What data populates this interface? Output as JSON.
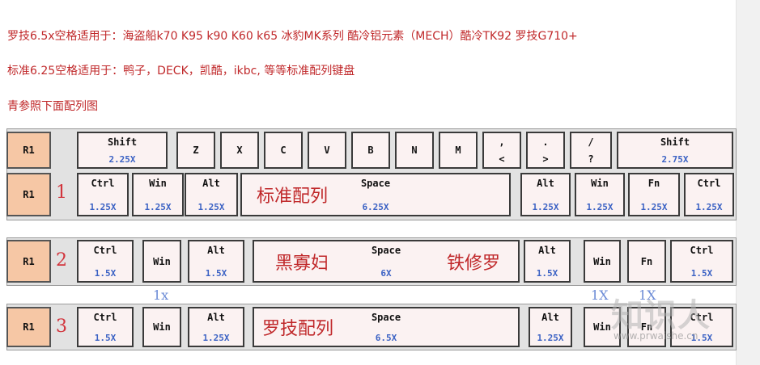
{
  "notes": {
    "line1": "罗技6.5x空格适用于：海盗船k70 K95 k90 K60 k65 冰豹MK系列 酷冷铝元素（MECH）酷冷TK92 罗技G710+",
    "line2": "标准6.25空格适用于：鸭子，DECK，凯酷，ikbc, 等等标准配列键盘",
    "line3": "青参照下面配列图"
  },
  "row_label": "R1",
  "shift_row": {
    "keys": [
      {
        "label": "Shift",
        "size": "2.25X"
      },
      {
        "label": "Z"
      },
      {
        "label": "X"
      },
      {
        "label": "C"
      },
      {
        "label": "V"
      },
      {
        "label": "B"
      },
      {
        "label": "N"
      },
      {
        "label": "M"
      },
      {
        "label": ",",
        "sub": "<"
      },
      {
        "label": ".",
        "sub": ">"
      },
      {
        "label": "/",
        "sub": "?"
      },
      {
        "label": "Shift",
        "size": "2.75X"
      }
    ]
  },
  "layouts": [
    {
      "number": "1",
      "keys": [
        {
          "label": "Ctrl",
          "size": "1.25X"
        },
        {
          "label": "Win",
          "size": "1.25X"
        },
        {
          "label": "Alt",
          "size": "1.25X"
        },
        {
          "label": "Space",
          "size": "6.25X",
          "cn_left": "标准配列",
          "cn_right": ""
        },
        {
          "label": "Alt",
          "size": "1.25X"
        },
        {
          "label": "Win",
          "size": "1.25X"
        },
        {
          "label": "Fn",
          "size": "1.25X"
        },
        {
          "label": "Ctrl",
          "size": "1.25X"
        }
      ]
    },
    {
      "number": "2",
      "keys": [
        {
          "label": "Ctrl",
          "size": "1.5X"
        },
        {
          "label": "Win"
        },
        {
          "label": "Alt",
          "size": "1.5X"
        },
        {
          "label": "Space",
          "size": "6X",
          "cn_left": "黑寡妇",
          "cn_right": "铁修罗"
        },
        {
          "label": "Alt",
          "size": "1.5X"
        },
        {
          "label": "Win"
        },
        {
          "label": "Fn"
        },
        {
          "label": "Ctrl",
          "size": "1.5X"
        }
      ],
      "width_notes": [
        "1x",
        "1X",
        "1X"
      ]
    },
    {
      "number": "3",
      "keys": [
        {
          "label": "Ctrl",
          "size": "1.5X"
        },
        {
          "label": "Win"
        },
        {
          "label": "Alt",
          "size": "1.25X"
        },
        {
          "label": "Space",
          "size": "6.5X",
          "cn_left": "罗技配列",
          "cn_right": ""
        },
        {
          "label": "Alt",
          "size": "1.25X"
        },
        {
          "label": "Win"
        },
        {
          "label": "Fn"
        },
        {
          "label": "Ctrl",
          "size": "1.5X"
        }
      ]
    }
  ],
  "watermark": {
    "text": "知识人",
    "url": "www.prwaishe.cn"
  }
}
